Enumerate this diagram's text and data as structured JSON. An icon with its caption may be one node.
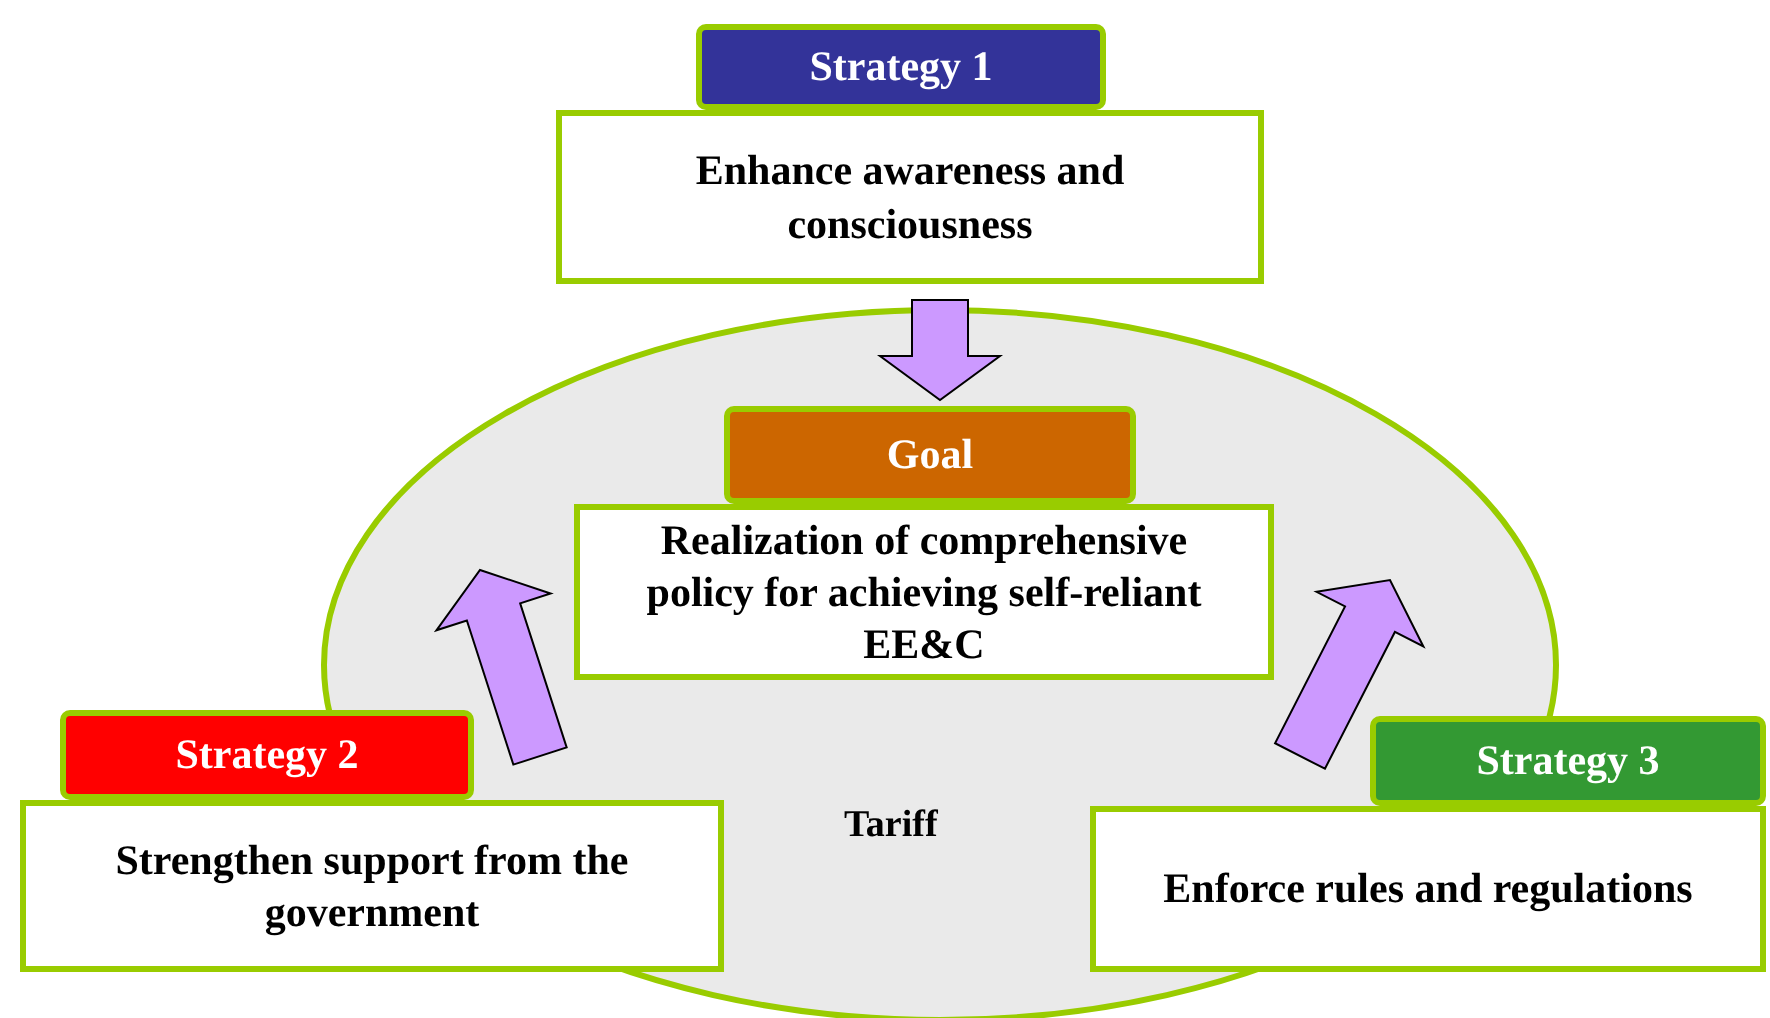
{
  "diagram": {
    "nodes": [
      {
        "text": [
          "Strategy 1",
          "Enhance awareness and consciousness"
        ]
      },
      {
        "text": [
          "Tariff"
        ]
      },
      {
        "text": [
          "Goal",
          "Realization of comprehensive policy for achieving  self-reliant EE&C"
        ],
        "in": 1
      },
      {
        "text": [
          "Strategy 2",
          "Strengthen support from the government"
        ]
      },
      {
        "text": [
          "Strategy 3",
          "Enforce rules and regulations"
        ]
      }
    ],
    "edges": [
      {
        "from": 0,
        "to": 2,
        "arrow": "to"
      },
      {
        "from": 3,
        "to": 2,
        "arrow": "to"
      },
      {
        "from": 4,
        "to": 2,
        "arrow": "to"
      }
    ]
  }
}
